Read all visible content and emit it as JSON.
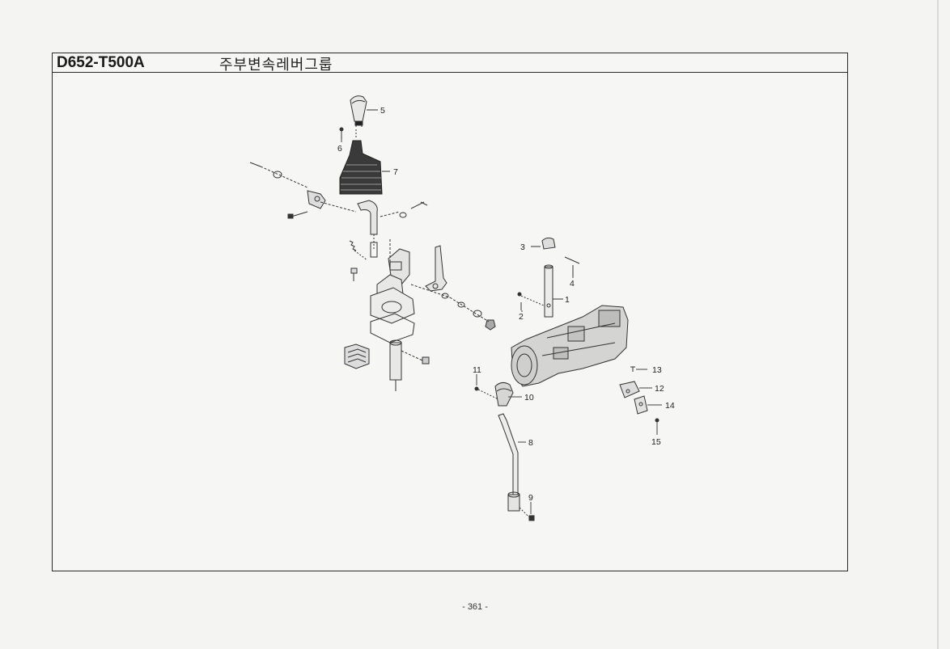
{
  "header": {
    "code": "D652-T500A",
    "title": "주부변속레버그룹"
  },
  "callouts": [
    "1",
    "2",
    "3",
    "4",
    "5",
    "6",
    "7",
    "8",
    "9",
    "10",
    "11",
    "12",
    "13",
    "14",
    "15"
  ],
  "footer": {
    "page_number": "- 361 -"
  }
}
